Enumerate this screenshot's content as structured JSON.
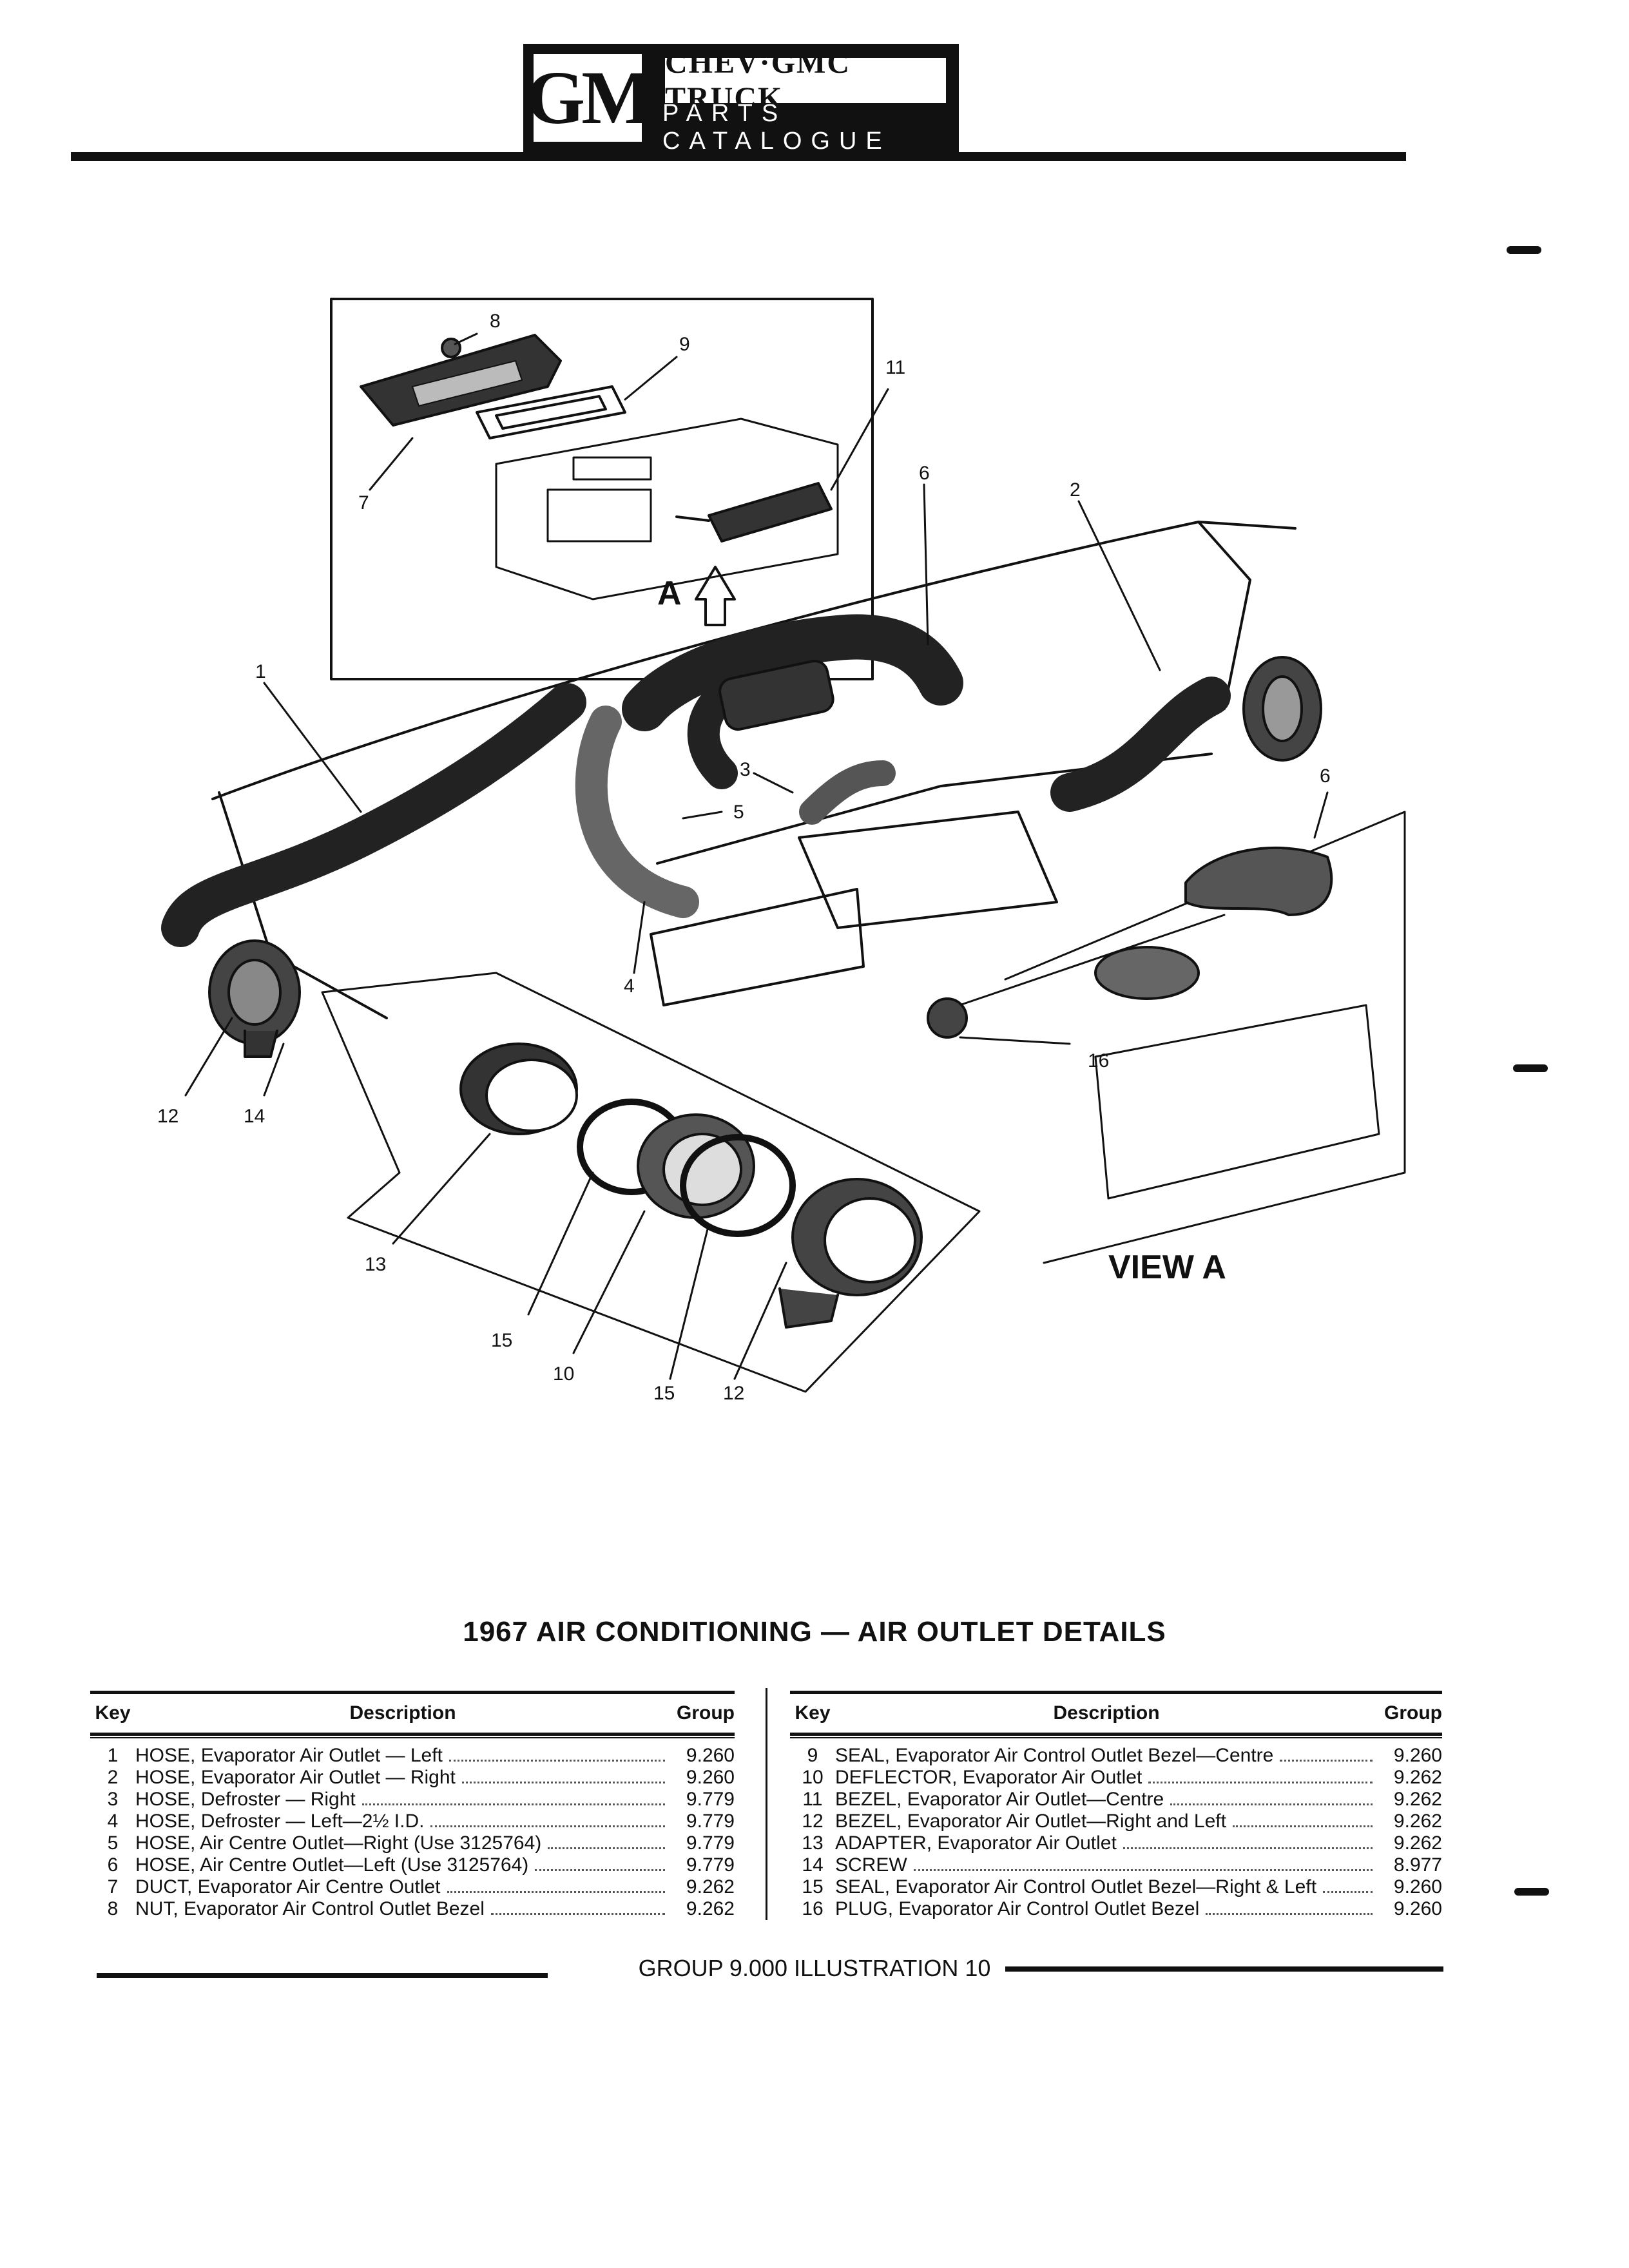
{
  "header": {
    "logo": "GM",
    "brand": "CHEV·GMC TRUCK",
    "catalogue": "PARTS CATALOGUE"
  },
  "illustration": {
    "callouts": [
      "8",
      "9",
      "11",
      "7",
      "6",
      "2",
      "A",
      "1",
      "3",
      "5",
      "4",
      "6",
      "16",
      "12",
      "14",
      "13",
      "15",
      "10",
      "15",
      "12"
    ],
    "view_label": "VIEW A"
  },
  "title": "1967  AIR CONDITIONING — AIR OUTLET DETAILS",
  "table": {
    "headers": {
      "key": "Key",
      "description": "Description",
      "group": "Group"
    },
    "left_rows": [
      {
        "key": "1",
        "description": "HOSE, Evaporator Air Outlet — Left",
        "group": "9.260"
      },
      {
        "key": "2",
        "description": "HOSE, Evaporator Air Outlet — Right",
        "group": "9.260"
      },
      {
        "key": "3",
        "description": "HOSE, Defroster — Right",
        "group": "9.779"
      },
      {
        "key": "4",
        "description": "HOSE, Defroster — Left—2½ I.D.",
        "group": "9.779"
      },
      {
        "key": "5",
        "description": "HOSE, Air Centre Outlet—Right (Use 3125764)",
        "group": "9.779"
      },
      {
        "key": "6",
        "description": "HOSE, Air Centre Outlet—Left (Use 3125764)",
        "group": "9.779"
      },
      {
        "key": "7",
        "description": "DUCT, Evaporator Air Centre Outlet",
        "group": "9.262"
      },
      {
        "key": "8",
        "description": "NUT, Evaporator Air Control Outlet Bezel",
        "group": "9.262"
      }
    ],
    "right_rows": [
      {
        "key": "9",
        "description": "SEAL, Evaporator Air Control Outlet Bezel—Centre",
        "group": "9.260"
      },
      {
        "key": "10",
        "description": "DEFLECTOR, Evaporator Air Outlet",
        "group": "9.262"
      },
      {
        "key": "11",
        "description": "BEZEL, Evaporator Air Outlet—Centre",
        "group": "9.262"
      },
      {
        "key": "12",
        "description": "BEZEL, Evaporator Air Outlet—Right and Left",
        "group": "9.262"
      },
      {
        "key": "13",
        "description": "ADAPTER, Evaporator Air Outlet",
        "group": "9.262"
      },
      {
        "key": "14",
        "description": "SCREW",
        "group": "8.977"
      },
      {
        "key": "15",
        "description": "SEAL, Evaporator Air Control Outlet Bezel—Right & Left",
        "group": "9.260"
      },
      {
        "key": "16",
        "description": "PLUG, Evaporator Air Control Outlet Bezel",
        "group": "9.260"
      }
    ]
  },
  "footer": "GROUP 9.000 ILLUSTRATION 10"
}
